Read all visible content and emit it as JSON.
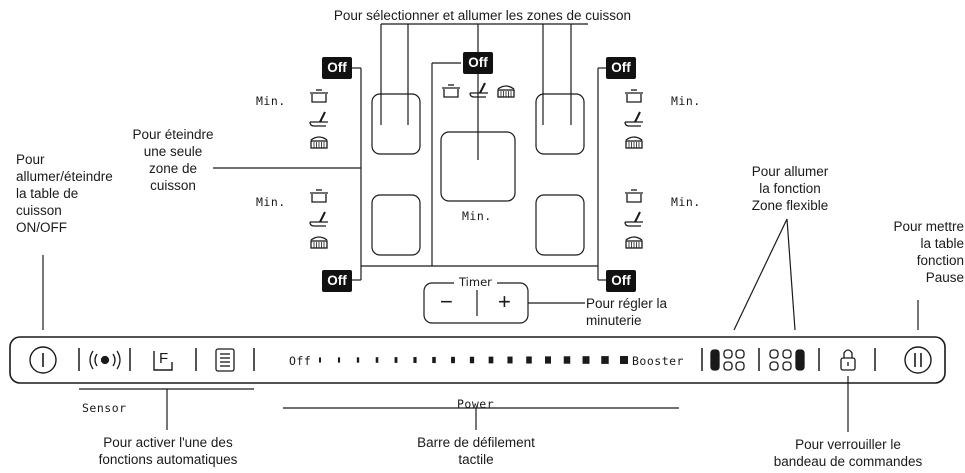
{
  "labels": {
    "top_select": "Pour sélectionner et allumer les zones de cuisson",
    "turn_off_one_zone": "Pour éteindre\nune seule\nzone de\ncuisson",
    "on_off": "Pour\nallumer/éteindre\nla table de\ncuisson\nON/OFF",
    "flex_zone": "Pour allumer\nla fonction\nZone flexible",
    "pause": "Pour mettre\nla table\nfonction\nPause",
    "timer_adjust": "Pour régler la\nminuterie",
    "auto_functions": "Pour activer l'une des\nfonctions automatiques",
    "slider": "Barre de défilement\ntactile",
    "lock": "Pour verrouiller le\nbandeau de commandes"
  },
  "hob": {
    "off_label": "Off",
    "min_label": "Min."
  },
  "timer": {
    "label": "Timer",
    "minus": "−",
    "plus": "+"
  },
  "panel": {
    "slider_off": "Off",
    "slider_booster": "Booster",
    "sensor_label": "Sensor",
    "power_label": "Power",
    "f_label": "F"
  },
  "icons": [
    "power-icon",
    "sensor-waves-icon",
    "function-f-icon",
    "menu-list-icon",
    "flex-zone-left-icon",
    "flex-zone-right-icon",
    "lock-icon",
    "pause-icon",
    "pot-icon",
    "pan-icon",
    "casserole-icon"
  ]
}
